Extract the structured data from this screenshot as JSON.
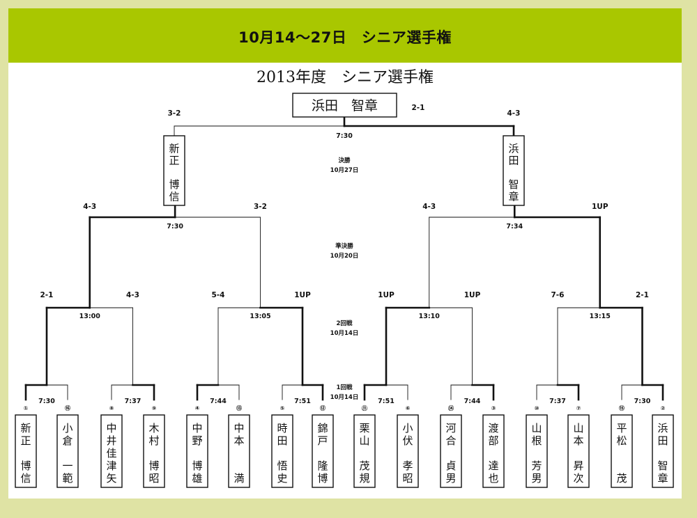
{
  "banner_title": "10月14～27日　シニア選手権",
  "bracket_title": "2013年度　シニア選手権",
  "champion": "浜田　智章",
  "players": [
    {
      "seed": "①",
      "name": [
        "新",
        "正",
        "",
        "博",
        "信"
      ]
    },
    {
      "seed": "⑯",
      "name": [
        "小",
        "倉",
        "",
        "一",
        "範"
      ]
    },
    {
      "seed": "⑧",
      "name": [
        "中",
        "井",
        "佳",
        "津",
        "矢"
      ]
    },
    {
      "seed": "⑨",
      "name": [
        "木",
        "村",
        "",
        "博",
        "昭"
      ]
    },
    {
      "seed": "④",
      "name": [
        "中",
        "野",
        "",
        "博",
        "雄"
      ]
    },
    {
      "seed": "⑬",
      "name": [
        "中",
        "本",
        "",
        "",
        "満"
      ]
    },
    {
      "seed": "⑤",
      "name": [
        "時",
        "田",
        "",
        "悟",
        "史"
      ]
    },
    {
      "seed": "⑫",
      "name": [
        "錦",
        "戸",
        "",
        "隆",
        "博"
      ]
    },
    {
      "seed": "⑪",
      "name": [
        "栗",
        "山",
        "",
        "茂",
        "規"
      ]
    },
    {
      "seed": "⑥",
      "name": [
        "小",
        "伏",
        "",
        "孝",
        "昭"
      ]
    },
    {
      "seed": "⑭",
      "name": [
        "河",
        "合",
        "",
        "貞",
        "男"
      ]
    },
    {
      "seed": "③",
      "name": [
        "渡",
        "部",
        "",
        "達",
        "也"
      ]
    },
    {
      "seed": "⑩",
      "name": [
        "山",
        "根",
        "",
        "芳",
        "男"
      ]
    },
    {
      "seed": "⑦",
      "name": [
        "山",
        "本",
        "",
        "昇",
        "次"
      ]
    },
    {
      "seed": "⑮",
      "name": [
        "平",
        "松",
        "",
        "",
        "茂"
      ]
    },
    {
      "seed": "②",
      "name": [
        "浜",
        "田",
        "",
        "智",
        "章"
      ]
    }
  ],
  "round1": {
    "label": "1回戦",
    "date": "10月14日",
    "times": [
      "7:30",
      "7:37",
      "7:44",
      "7:51",
      "7:51",
      "7:44",
      "7:37",
      "7:30"
    ],
    "winners": [
      0,
      1,
      0,
      1,
      0,
      1,
      1,
      1
    ]
  },
  "round2": {
    "label": "2回戦",
    "date": "10月14日",
    "times": [
      "13:00",
      "13:05",
      "13:10",
      "13:15"
    ],
    "scores": [
      [
        "2-1",
        "4-3"
      ],
      [
        "5-4",
        "1UP"
      ],
      [
        "1UP",
        "1UP"
      ],
      [
        "7-6",
        "2-1"
      ]
    ],
    "winners": [
      0,
      1,
      0,
      1
    ]
  },
  "semifinal": {
    "label": "準決勝",
    "date": "10月20日",
    "times": [
      "7:30",
      "7:34"
    ],
    "scores": [
      [
        "4-3",
        "3-2"
      ],
      [
        "4-3",
        "1UP"
      ]
    ],
    "winners": [
      0,
      1
    ],
    "names": [
      [
        "新",
        "正",
        "",
        "博",
        "信"
      ],
      [
        "浜",
        "田",
        "",
        "智",
        "章"
      ]
    ]
  },
  "final": {
    "label": "決勝",
    "date": "10月27日",
    "time": "7:30",
    "scores": [
      "3-2",
      "2-1",
      "4-3"
    ],
    "winner": 1
  }
}
